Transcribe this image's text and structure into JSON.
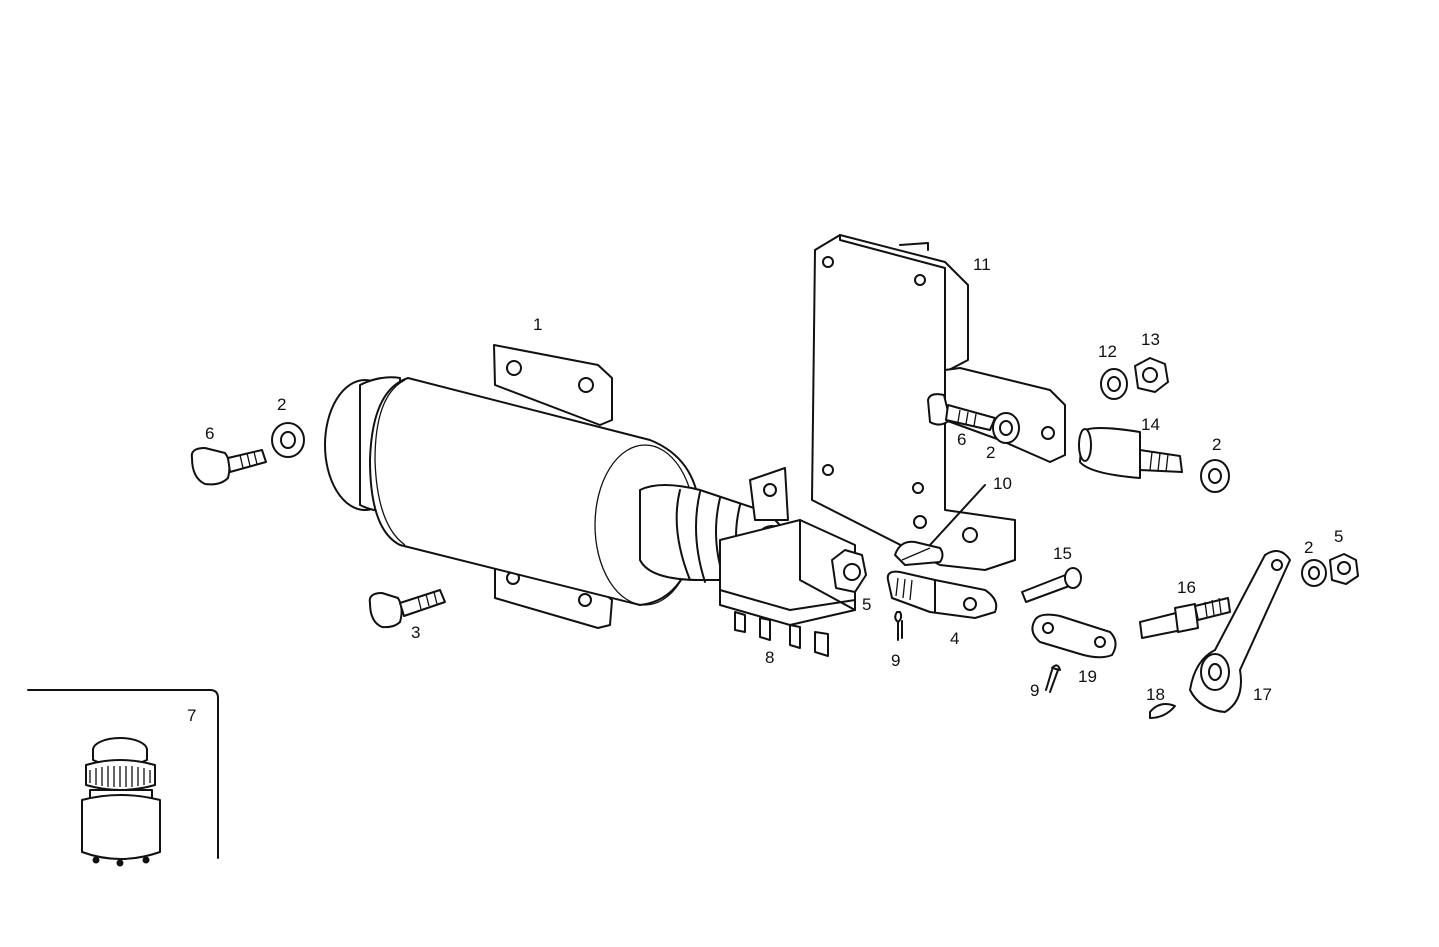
{
  "labels": {
    "p1": "1",
    "p2a": "2",
    "p6a": "6",
    "p3": "3",
    "p8": "8",
    "p5a": "5",
    "p9a": "9",
    "p4": "4",
    "p11": "11",
    "p6b": "6",
    "p2b": "2",
    "p10": "10",
    "p12": "12",
    "p13": "13",
    "p14": "14",
    "p2c": "2",
    "p15": "15",
    "p16": "16",
    "p2d": "2",
    "p5b": "5",
    "p19": "19",
    "p9b": "9",
    "p18": "18",
    "p17": "17",
    "p7": "7"
  }
}
